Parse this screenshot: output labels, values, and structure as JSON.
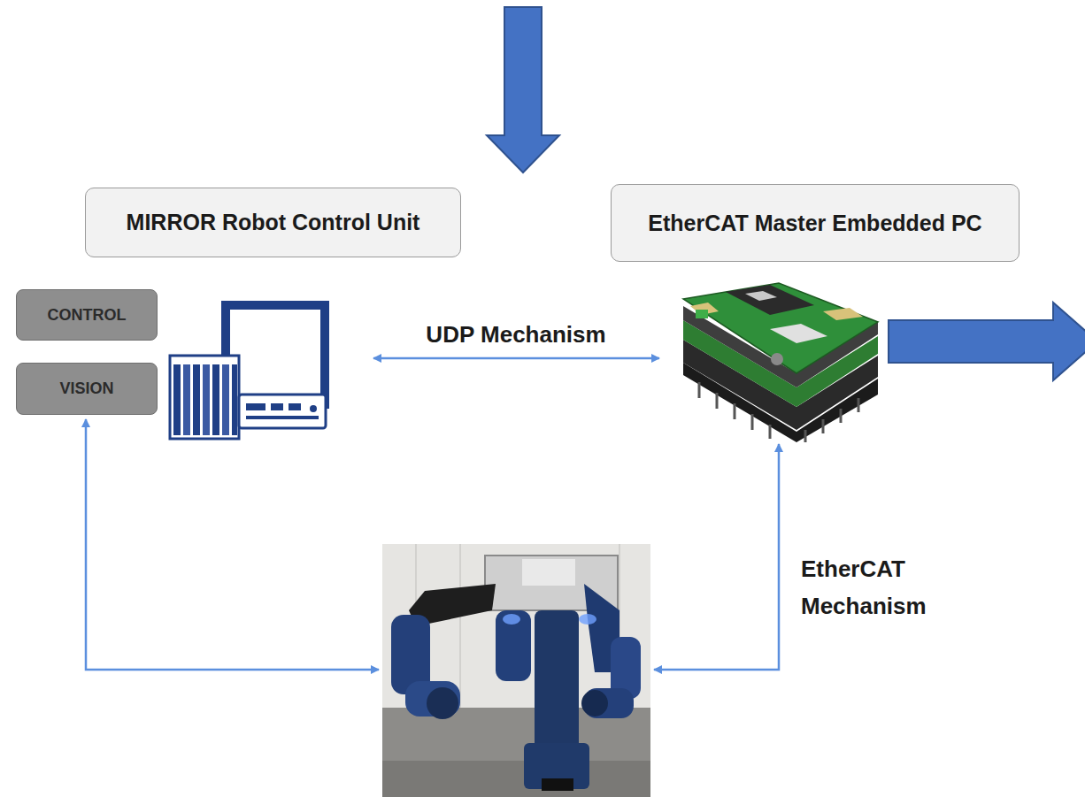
{
  "diagram": {
    "nodes": [
      {
        "text": [
          "MIRROR Robot Control Unit"
        ]
      },
      {
        "text": [
          "EtherCAT Master Embedded PC"
        ]
      },
      {
        "text": [
          "CONTROL"
        ]
      },
      {
        "text": [
          "VISION"
        ]
      }
    ],
    "labels": [
      "UDP Mechanism",
      "EtherCAT Mechanism"
    ]
  }
}
